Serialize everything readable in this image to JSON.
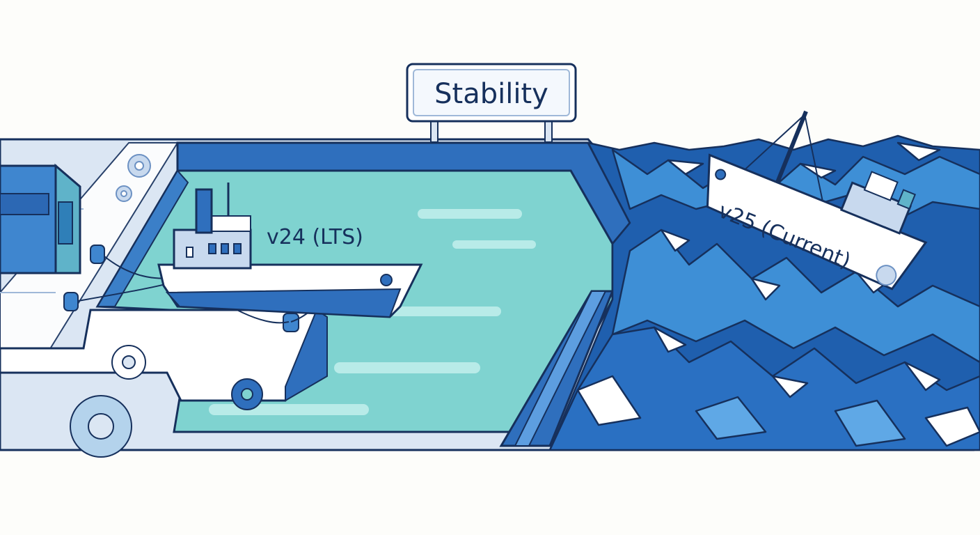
{
  "sign": {
    "text": "Stability"
  },
  "lts_ship": {
    "label": "v24 (LTS)"
  },
  "current_ship": {
    "label": "v25 (Current)"
  },
  "colors": {
    "ink": "#16305c",
    "harbor_water": "#7fd3d0",
    "dock_wall": "#2f6fbd",
    "sea_dark": "#1f5fae",
    "sea_mid": "#3e8fd6",
    "sea_light": "#ffffff",
    "land": "#dbe6f3"
  },
  "icons": [
    "gear-icon",
    "bollard-icon",
    "warehouse-icon",
    "ship-icon"
  ]
}
